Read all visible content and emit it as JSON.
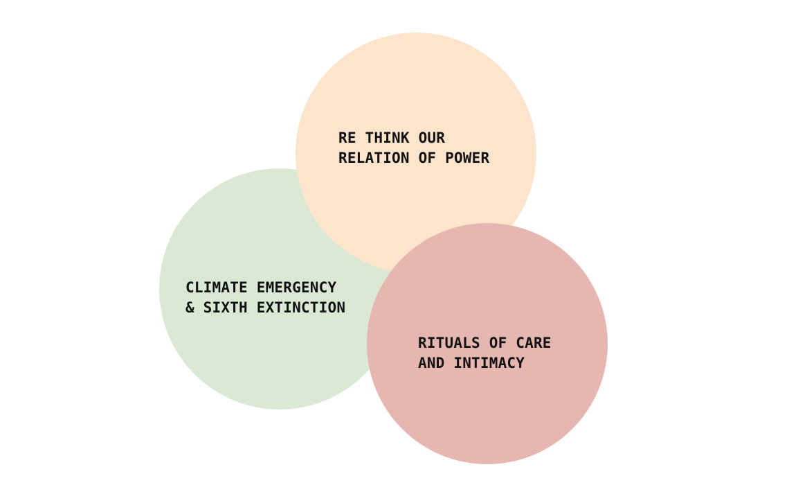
{
  "colors": {
    "green_circle": "#dbe9d4",
    "peach_circle": "#fce4cd",
    "rose_circle": "#e6b7b0",
    "text": "#111111",
    "background": "#ffffff"
  },
  "diagram": {
    "circles": [
      {
        "id": "relation-of-power",
        "color": "#fce4cd",
        "label_lines": [
          "RE THINK OUR",
          "RELATION OF POWER"
        ]
      },
      {
        "id": "climate-emergency",
        "color": "#dbe9d4",
        "label_lines": [
          "CLIMATE EMERGENCY",
          "& SIXTH EXTINCTION"
        ]
      },
      {
        "id": "rituals-of-care",
        "color": "#e6b7b0",
        "label_lines": [
          "RITUALS OF CARE",
          "AND INTIMACY"
        ]
      }
    ]
  }
}
